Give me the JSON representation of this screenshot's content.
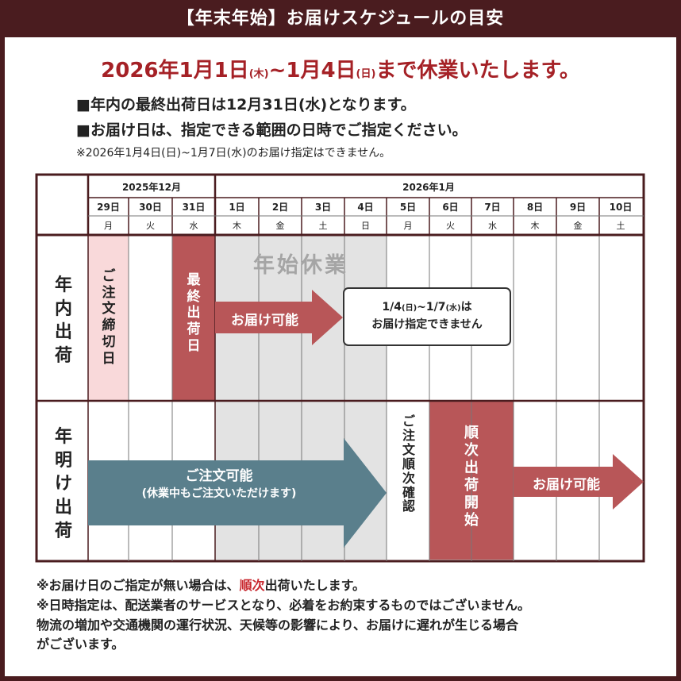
{
  "title": "【年末年始】お届けスケジュールの目安",
  "headline": {
    "part1": "2026年1月1日",
    "wd1": "(木)",
    "part2": "~1月4日",
    "wd2": "(日)",
    "part3": "まで休業いたします。"
  },
  "notes": [
    "■年内の最終出荷日は12月31日(水)となります。",
    "■お届け日は、指定できる範囲の日時でご指定ください。"
  ],
  "note_small": "※2026年1月4日(日)~1月7日(水)のお届け指定はできません。",
  "calendar": {
    "months": [
      "2025年12月",
      "2026年1月"
    ],
    "days": [
      {
        "num": "29日",
        "wd": "月"
      },
      {
        "num": "30日",
        "wd": "火"
      },
      {
        "num": "31日",
        "wd": "水"
      },
      {
        "num": "1日",
        "wd": "木"
      },
      {
        "num": "2日",
        "wd": "金"
      },
      {
        "num": "3日",
        "wd": "土"
      },
      {
        "num": "4日",
        "wd": "日"
      },
      {
        "num": "5日",
        "wd": "月"
      },
      {
        "num": "6日",
        "wd": "火"
      },
      {
        "num": "7日",
        "wd": "水"
      },
      {
        "num": "8日",
        "wd": "木"
      },
      {
        "num": "9日",
        "wd": "金"
      },
      {
        "num": "10日",
        "wd": "土"
      }
    ],
    "row_labels": [
      "年内出荷",
      "年明け出荷"
    ],
    "holiday_label": "年始休業",
    "order_deadline": "ご注文締切日",
    "last_ship": "最終出荷日",
    "delivery_ok": "お届け可能",
    "callout_line1_a": "1/4",
    "callout_line1_b": "(日)",
    "callout_line1_c": "~1/7",
    "callout_line1_d": "(水)",
    "callout_line1_e": "は",
    "callout_line2": "お届け指定できません",
    "order_ok": "ご注文可能",
    "order_ok_sub": "(休業中もご注文いただけます)",
    "order_confirm": "ご注文順次確認",
    "ship_start": "順次出荷開始",
    "delivery_ok2": "お届け可能",
    "colors": {
      "dark": "#4a1c1f",
      "red": "#b85658",
      "pink": "#f9d9da",
      "gray": "#e3e3e3",
      "teal": "#5a7f8c"
    }
  },
  "bottom_notes": {
    "line1_a": "※お届け日のご指定が無い場合は、",
    "line1_red": "順次",
    "line1_b": "出荷いたします。",
    "line2": "※日時指定は、配送業者のサービスとなり、必着をお約束するものではございません。",
    "line3": "物流の増加や交通機関の運行状況、天候等の影響により、お届けに遅れが生じる場合",
    "line4": "がございます。"
  }
}
